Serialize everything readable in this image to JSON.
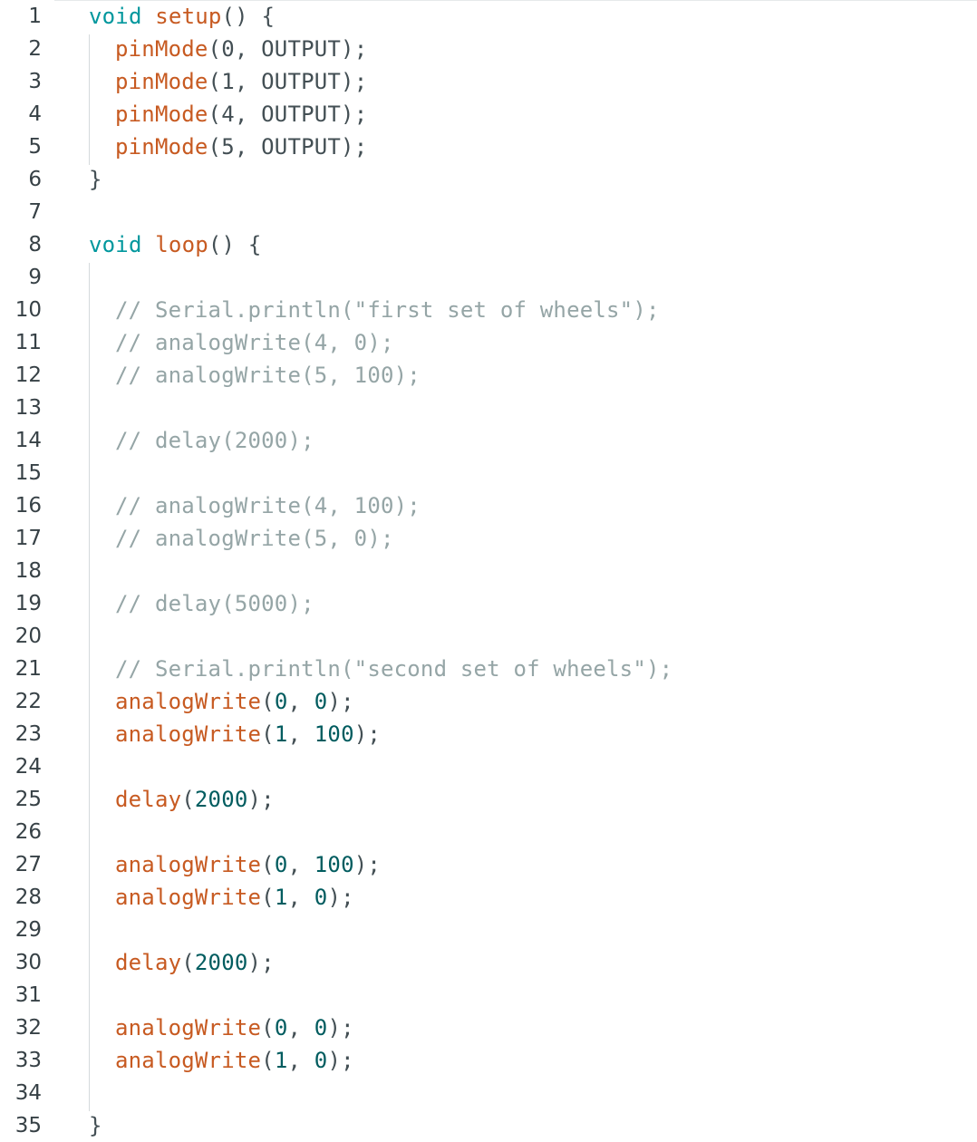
{
  "editor": {
    "line_numbers": [
      "1",
      "2",
      "3",
      "4",
      "5",
      "6",
      "7",
      "8",
      "9",
      "10",
      "11",
      "12",
      "13",
      "14",
      "15",
      "16",
      "17",
      "18",
      "19",
      "20",
      "21",
      "22",
      "23",
      "24",
      "25",
      "26",
      "27",
      "28",
      "29",
      "30",
      "31",
      "32",
      "33",
      "34",
      "35"
    ],
    "lines": [
      {
        "indent": 0,
        "tokens": [
          {
            "t": "void",
            "k": "type"
          },
          {
            "t": " ",
            "k": "plain"
          },
          {
            "t": "setup",
            "k": "fn"
          },
          {
            "t": "() {",
            "k": "plain"
          }
        ]
      },
      {
        "indent": 1,
        "tokens": [
          {
            "t": "pinMode",
            "k": "fn"
          },
          {
            "t": "(0, OUTPUT);",
            "k": "plain"
          }
        ]
      },
      {
        "indent": 1,
        "tokens": [
          {
            "t": "pinMode",
            "k": "fn"
          },
          {
            "t": "(1, OUTPUT);",
            "k": "plain"
          }
        ]
      },
      {
        "indent": 1,
        "tokens": [
          {
            "t": "pinMode",
            "k": "fn"
          },
          {
            "t": "(4, OUTPUT);",
            "k": "plain"
          }
        ]
      },
      {
        "indent": 1,
        "tokens": [
          {
            "t": "pinMode",
            "k": "fn"
          },
          {
            "t": "(5, OUTPUT);",
            "k": "plain"
          }
        ]
      },
      {
        "indent": 0,
        "tokens": [
          {
            "t": "}",
            "k": "plain"
          }
        ]
      },
      {
        "indent": 0,
        "tokens": []
      },
      {
        "indent": 0,
        "tokens": [
          {
            "t": "void",
            "k": "type"
          },
          {
            "t": " ",
            "k": "plain"
          },
          {
            "t": "loop",
            "k": "fn"
          },
          {
            "t": "() {",
            "k": "plain"
          }
        ]
      },
      {
        "indent": 1,
        "tokens": []
      },
      {
        "indent": 1,
        "tokens": [
          {
            "t": "// Serial.println(\"first set of wheels\");",
            "k": "comment"
          }
        ]
      },
      {
        "indent": 1,
        "tokens": [
          {
            "t": "// analogWrite(4, 0);",
            "k": "comment"
          }
        ]
      },
      {
        "indent": 1,
        "tokens": [
          {
            "t": "// analogWrite(5, 100);",
            "k": "comment"
          }
        ]
      },
      {
        "indent": 1,
        "tokens": []
      },
      {
        "indent": 1,
        "tokens": [
          {
            "t": "// delay(2000);",
            "k": "comment"
          }
        ]
      },
      {
        "indent": 1,
        "tokens": []
      },
      {
        "indent": 1,
        "tokens": [
          {
            "t": "// analogWrite(4, 100);",
            "k": "comment"
          }
        ]
      },
      {
        "indent": 1,
        "tokens": [
          {
            "t": "// analogWrite(5, 0);",
            "k": "comment"
          }
        ]
      },
      {
        "indent": 1,
        "tokens": []
      },
      {
        "indent": 1,
        "tokens": [
          {
            "t": "// delay(5000);",
            "k": "comment"
          }
        ]
      },
      {
        "indent": 1,
        "tokens": []
      },
      {
        "indent": 1,
        "tokens": [
          {
            "t": "// Serial.println(\"second set of wheels\");",
            "k": "comment"
          }
        ]
      },
      {
        "indent": 1,
        "tokens": [
          {
            "t": "analogWrite",
            "k": "fn"
          },
          {
            "t": "(",
            "k": "plain"
          },
          {
            "t": "0",
            "k": "num"
          },
          {
            "t": ", ",
            "k": "plain"
          },
          {
            "t": "0",
            "k": "num"
          },
          {
            "t": ");",
            "k": "plain"
          }
        ]
      },
      {
        "indent": 1,
        "tokens": [
          {
            "t": "analogWrite",
            "k": "fn"
          },
          {
            "t": "(",
            "k": "plain"
          },
          {
            "t": "1",
            "k": "num"
          },
          {
            "t": ", ",
            "k": "plain"
          },
          {
            "t": "100",
            "k": "num"
          },
          {
            "t": ");",
            "k": "plain"
          }
        ]
      },
      {
        "indent": 1,
        "tokens": []
      },
      {
        "indent": 1,
        "tokens": [
          {
            "t": "delay",
            "k": "fn"
          },
          {
            "t": "(",
            "k": "plain"
          },
          {
            "t": "2000",
            "k": "num"
          },
          {
            "t": ");",
            "k": "plain"
          }
        ]
      },
      {
        "indent": 1,
        "tokens": []
      },
      {
        "indent": 1,
        "tokens": [
          {
            "t": "analogWrite",
            "k": "fn"
          },
          {
            "t": "(",
            "k": "plain"
          },
          {
            "t": "0",
            "k": "num"
          },
          {
            "t": ", ",
            "k": "plain"
          },
          {
            "t": "100",
            "k": "num"
          },
          {
            "t": ");",
            "k": "plain"
          }
        ]
      },
      {
        "indent": 1,
        "tokens": [
          {
            "t": "analogWrite",
            "k": "fn"
          },
          {
            "t": "(",
            "k": "plain"
          },
          {
            "t": "1",
            "k": "num"
          },
          {
            "t": ", ",
            "k": "plain"
          },
          {
            "t": "0",
            "k": "num"
          },
          {
            "t": ");",
            "k": "plain"
          }
        ]
      },
      {
        "indent": 1,
        "tokens": []
      },
      {
        "indent": 1,
        "tokens": [
          {
            "t": "delay",
            "k": "fn"
          },
          {
            "t": "(",
            "k": "plain"
          },
          {
            "t": "2000",
            "k": "num"
          },
          {
            "t": ");",
            "k": "plain"
          }
        ]
      },
      {
        "indent": 1,
        "tokens": []
      },
      {
        "indent": 1,
        "tokens": [
          {
            "t": "analogWrite",
            "k": "fn"
          },
          {
            "t": "(",
            "k": "plain"
          },
          {
            "t": "0",
            "k": "num"
          },
          {
            "t": ", ",
            "k": "plain"
          },
          {
            "t": "0",
            "k": "num"
          },
          {
            "t": ");",
            "k": "plain"
          }
        ]
      },
      {
        "indent": 1,
        "tokens": [
          {
            "t": "analogWrite",
            "k": "fn"
          },
          {
            "t": "(",
            "k": "plain"
          },
          {
            "t": "1",
            "k": "num"
          },
          {
            "t": ", ",
            "k": "plain"
          },
          {
            "t": "0",
            "k": "num"
          },
          {
            "t": ");",
            "k": "plain"
          }
        ]
      },
      {
        "indent": 1,
        "tokens": []
      },
      {
        "indent": 0,
        "tokens": [
          {
            "t": "}",
            "k": "plain"
          }
        ]
      }
    ]
  },
  "colors": {
    "type_keyword": "#00979d",
    "function_name": "#c75a21",
    "number_literal": "#005c5f",
    "plain_text": "#434f54",
    "comment": "#95a5a6",
    "line_number": "#374146",
    "indent_guide": "#d5dadc",
    "background": "#ffffff"
  }
}
